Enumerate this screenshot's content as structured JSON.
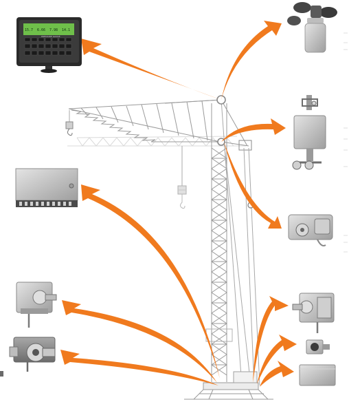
{
  "display_unit": {
    "readouts": [
      "15.7",
      "6.66",
      "7.98",
      "14.1"
    ],
    "panel_caption": "PRESSURE GAUGE"
  },
  "colors": {
    "arrow": "#f07a1e",
    "crane_line": "#9a9a9a",
    "crane_ghost": "#d9d9d9",
    "device_body": "#bdbdbd",
    "screen": "#6fbf4a"
  },
  "devices": [
    {
      "id": "display-unit",
      "icon": "monitor-icon"
    },
    {
      "id": "anemometer",
      "icon": "anemometer-icon"
    },
    {
      "id": "load-cell",
      "icon": "load-cell-icon"
    },
    {
      "id": "junction-box",
      "icon": "junction-box-icon"
    },
    {
      "id": "slewing-encoder",
      "icon": "encoder-icon"
    },
    {
      "id": "trolley-limit-switch",
      "icon": "limit-switch-icon"
    },
    {
      "id": "hoist-encoder",
      "icon": "encoder-icon"
    },
    {
      "id": "hoist-limit-switch",
      "icon": "limit-switch-icon"
    },
    {
      "id": "inclinometer-sensor",
      "icon": "sensor-icon"
    },
    {
      "id": "relay-box",
      "icon": "box-icon"
    }
  ]
}
